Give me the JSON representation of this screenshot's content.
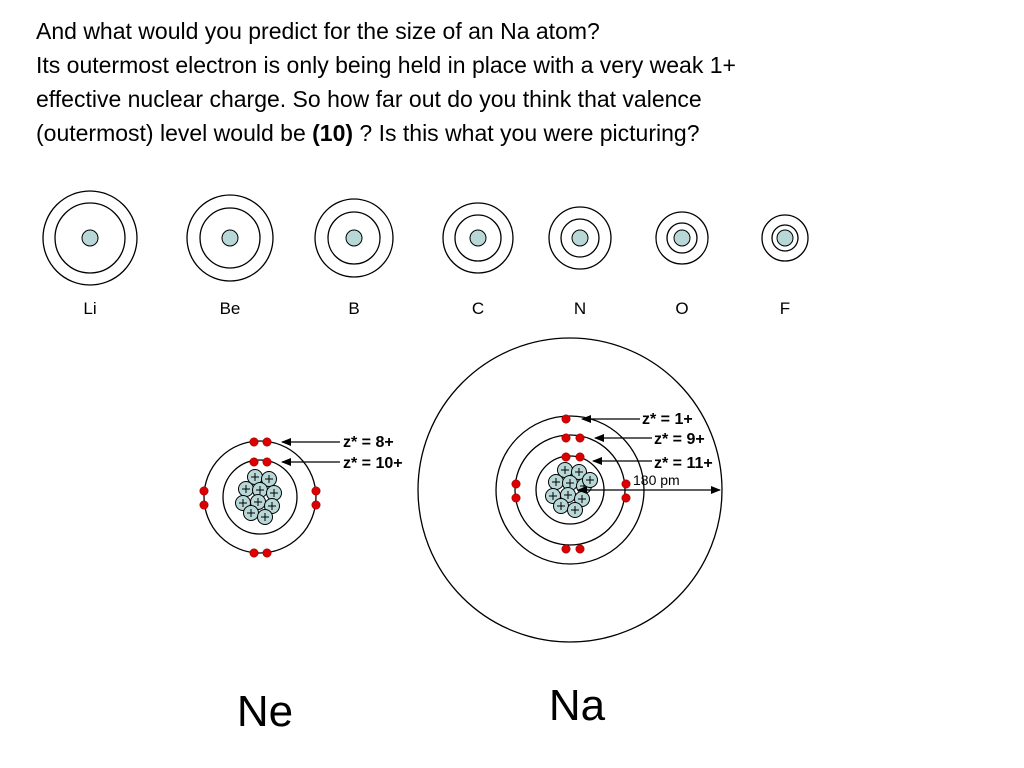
{
  "text": {
    "line1": "And what would you predict for the size of an Na atom?",
    "line2": "Its outermost electron is only being held in place with a very weak 1+",
    "line3": "effective nuclear charge.  So how far out do you think that valence",
    "line4_before": "(outermost) level would be ",
    "line4_bold": "(10)",
    "line4_after": " ?  Is this what you were picturing?"
  },
  "elements": [
    {
      "symbol": "Li"
    },
    {
      "symbol": "Be"
    },
    {
      "symbol": "B"
    },
    {
      "symbol": "C"
    },
    {
      "symbol": "N"
    },
    {
      "symbol": "O"
    },
    {
      "symbol": "F"
    }
  ],
  "ne": {
    "name": "Ne",
    "z_outer": "z* = 8+",
    "z_inner": "z* = 10+"
  },
  "na": {
    "name": "Na",
    "z_valence": "z* = 1+",
    "z_second": "z* = 9+",
    "z_inner": "z* = 11+",
    "radius_label": "180 pm"
  },
  "colors": {
    "nucleus": "#b8d8d8",
    "electron": "#dd0000",
    "line": "#000000"
  }
}
